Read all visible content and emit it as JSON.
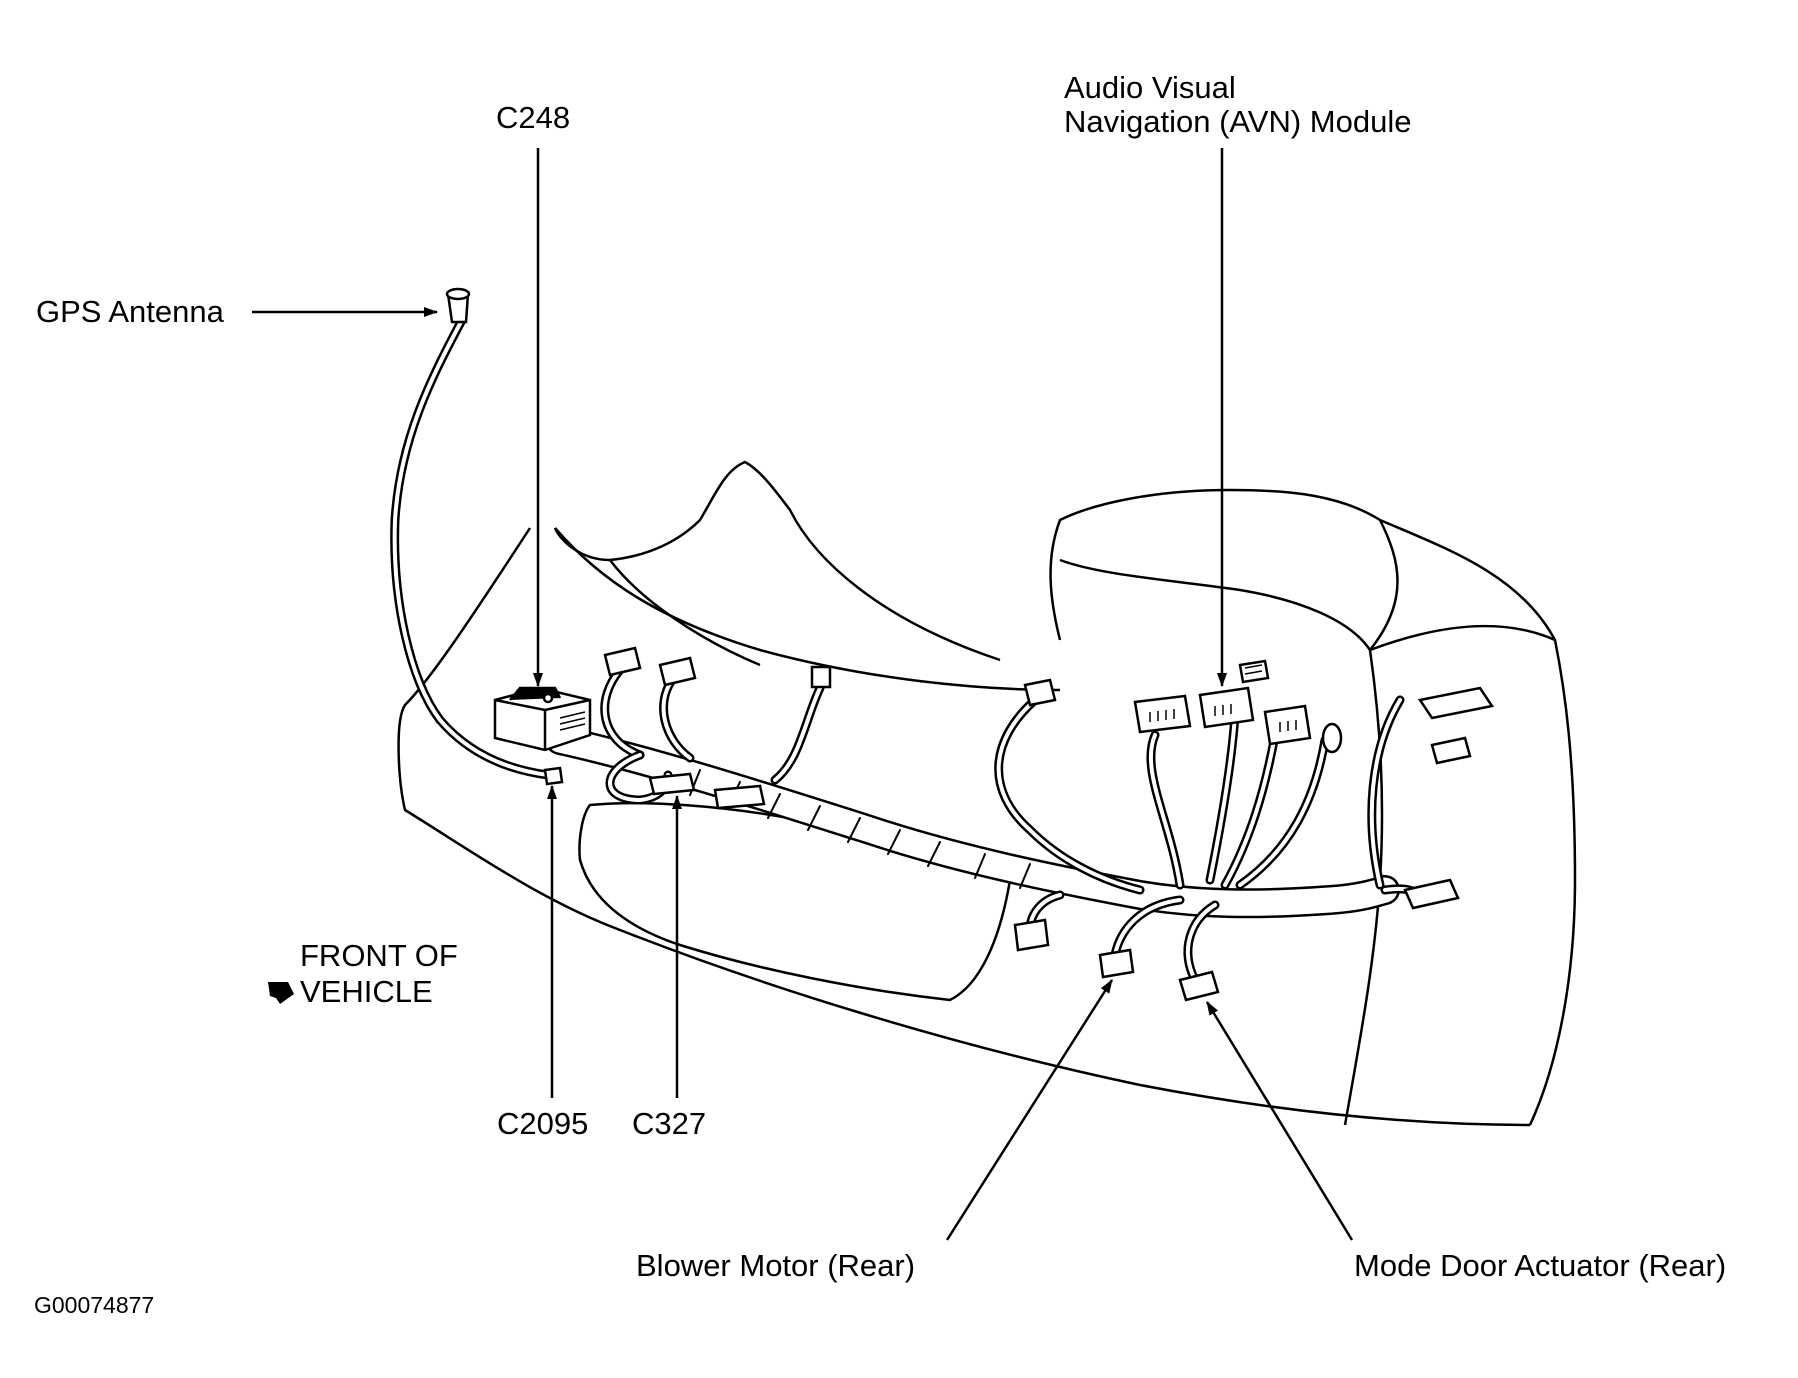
{
  "labels": {
    "c248": "C248",
    "avn_line1": "Audio Visual",
    "avn_line2": "Navigation (AVN) Module",
    "gps_antenna": "GPS Antenna",
    "front_line1": "FRONT OF",
    "front_line2": "VEHICLE",
    "c2095": "C2095",
    "c327": "C327",
    "blower_motor": "Blower Motor (Rear)",
    "mode_door": "Mode Door Actuator (Rear)",
    "figure_id": "G00074877"
  },
  "colors": {
    "ink": "#000000",
    "paper": "#ffffff"
  }
}
